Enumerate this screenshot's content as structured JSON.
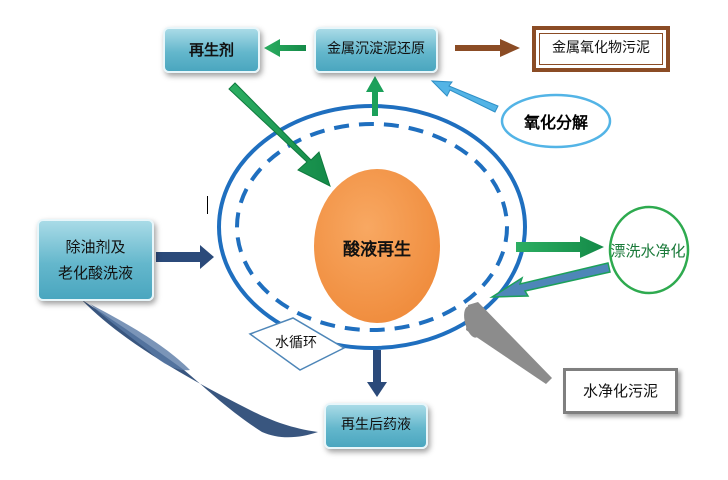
{
  "nodes": {
    "regen_agent": "再生剂",
    "metal_reduction": "金属沉淀泥还原",
    "metal_oxide_sludge": "金属氧化物污泥",
    "oxidation_decomposition": "氧化分解",
    "degreaser_line1": "除油剂及",
    "degreaser_line2": "老化酸洗液",
    "acid_regeneration": "酸液再生",
    "rinse_water_purification": "漂洗水净化",
    "water_cycle": "水循环",
    "regenerated_liquid": "再生后药液",
    "water_purification_sludge": "水净化污泥"
  },
  "colors": {
    "box_teal": "#64b7cc",
    "ring_blue": "#1f6fbf",
    "core_orange": "#f4954a",
    "arrow_green": "#1ca05a",
    "arrow_navy": "#2b4a7a",
    "arrow_brown": "#8b4c25",
    "arrow_lightblue": "#53b4e6",
    "arrow_gray": "#8c8c8c"
  }
}
